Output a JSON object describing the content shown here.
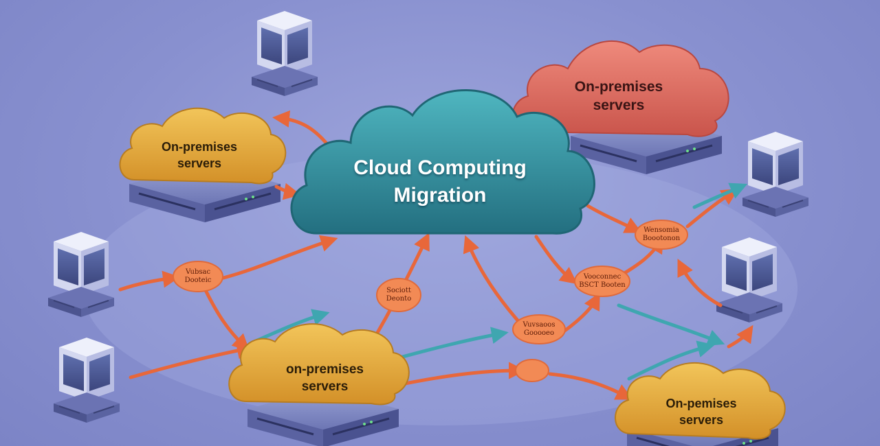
{
  "main_cloud": {
    "line1": "Cloud Computing",
    "line2": "Migration"
  },
  "clouds": [
    {
      "id": "red",
      "line1": "On-premises",
      "line2": "servers"
    },
    {
      "id": "y1",
      "line1": "On-premises",
      "line2": "servers"
    },
    {
      "id": "y2",
      "line1": "on-premises",
      "line2": "servers"
    },
    {
      "id": "y3",
      "line1": "On-pemises",
      "line2": "servers"
    }
  ],
  "nodes": [
    {
      "line1": "Vubsac",
      "line2": "Dooteic"
    },
    {
      "line1": "Sociott",
      "line2": "Deonto"
    },
    {
      "line1": "Wensomia",
      "line2": "Boootonon"
    },
    {
      "line1": "Vooconnec",
      "line2": "BSCT Booten"
    },
    {
      "line1": "Vuvsaoos",
      "line2": "Gooooeo"
    }
  ],
  "colors": {
    "background": "#8890cf",
    "main_cloud": "#2f8a99",
    "red_cloud": "#d9665a",
    "yellow_cloud": "#e2a93a",
    "arrow_orange": "#e8673a",
    "arrow_teal": "#3fa6b0",
    "node": "#f28a55"
  },
  "icons": [
    "computer-tower-icon",
    "server-rack-icon",
    "cloud-icon",
    "arrow-icon"
  ]
}
